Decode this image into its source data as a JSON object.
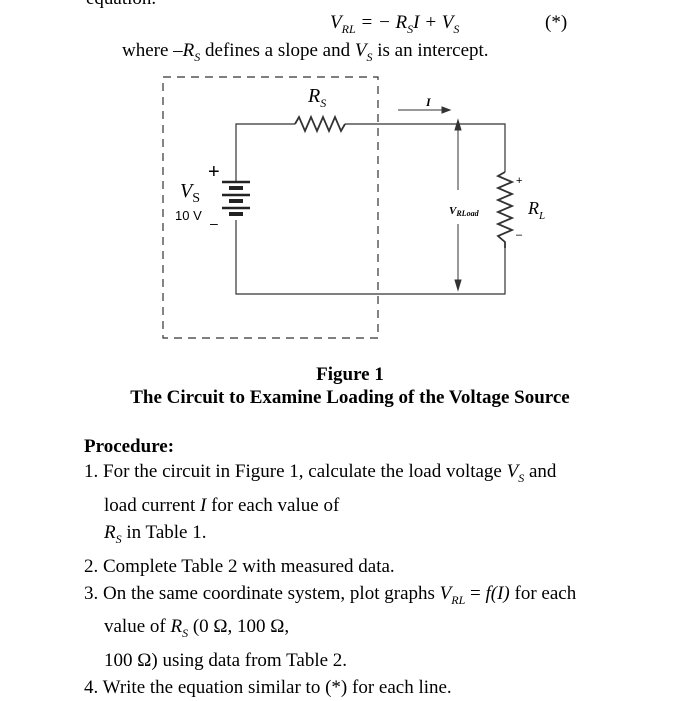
{
  "header_fragment": "equation.",
  "equation": {
    "lhs": "V",
    "lhs_sub": "RL",
    "rhs_1": " = − R",
    "rhs_1_sub": "S",
    "rhs_2": "I + V",
    "rhs_2_sub": "S",
    "tag": "(*)"
  },
  "where_line": {
    "p1": "where –",
    "r": "R",
    "r_sub": "S",
    "p2": " defines a slope and ",
    "v": "V",
    "v_sub": "S",
    "p3": " is an intercept."
  },
  "circuit": {
    "rs_label": "R",
    "rs_sub": "S",
    "current_label": "I",
    "vs_label": "V",
    "vs_sub": "S",
    "vs_value": "10 V",
    "plus_sign": "+",
    "minus_sign": "–",
    "vload_label": "V",
    "vload_sub": "RLoad",
    "rl_label": "R",
    "rl_sub": "L"
  },
  "figure": {
    "number": "Figure 1",
    "caption": "The Circuit to Examine Loading of the Voltage Source"
  },
  "procedure": {
    "heading": "Procedure:",
    "step1": {
      "a": "1. For the circuit in Figure 1, calculate the load voltage ",
      "v": "V",
      "v_sub": "S",
      "b": " and",
      "c": "load current ",
      "i": "I",
      "d": " for each value of",
      "r": "R",
      "r_sub": "S",
      "e": " in Table 1."
    },
    "step2": "2. Complete Table 2 with measured data.",
    "step3": {
      "a": "3. On the same coordinate system, plot graphs ",
      "v": "V",
      "v_sub": "RL",
      "eq": " = ",
      "f": "f",
      "fi": "(I)",
      "b": " for each",
      "c": "value of ",
      "r": "R",
      "r_sub": "S",
      "d": " (0 Ω, 100 Ω,",
      "e": "100 Ω) using data from Table 2."
    },
    "step4": "4. Write the equation similar to (*) for each line."
  }
}
